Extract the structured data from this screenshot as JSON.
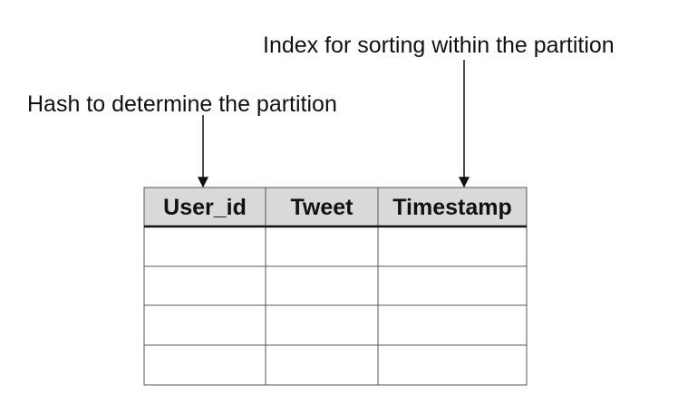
{
  "annotations": {
    "partition_key": "Hash to determine the partition",
    "sort_key": "Index for sorting within the partition"
  },
  "table": {
    "columns": [
      "User_id",
      "Tweet",
      "Timestamp"
    ],
    "rows": [
      [
        "",
        "",
        ""
      ],
      [
        "",
        "",
        ""
      ],
      [
        "",
        "",
        ""
      ],
      [
        "",
        "",
        ""
      ]
    ]
  },
  "colors": {
    "header_fill": "#d9d9d9",
    "line": "#111111",
    "grid": "#555555"
  }
}
